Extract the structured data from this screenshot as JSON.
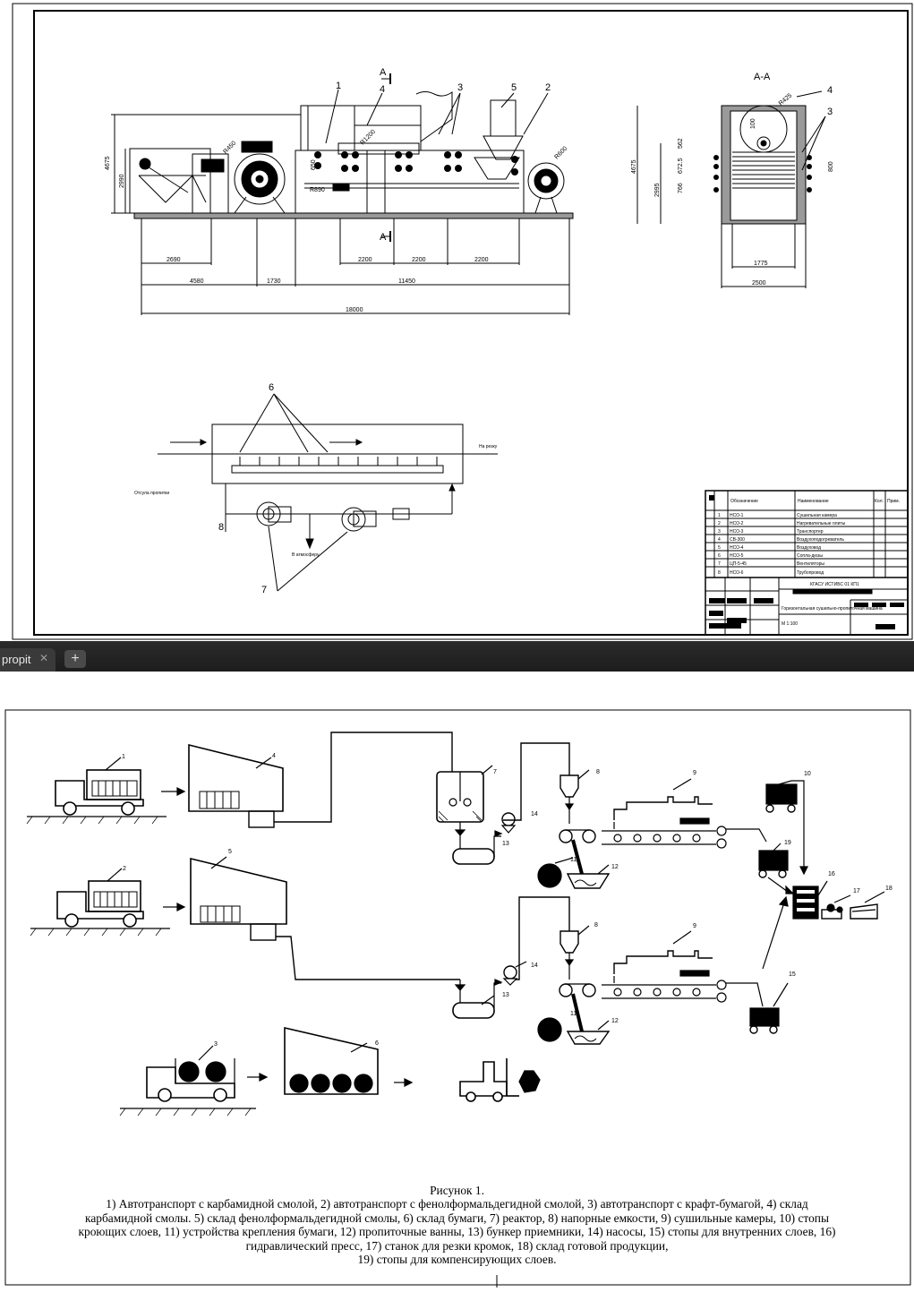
{
  "tab": {
    "label": "propit",
    "close": "✕",
    "new": "+"
  },
  "top": {
    "section_label": "А-А",
    "cut_mark": "А",
    "part_labels": [
      "1",
      "2",
      "3",
      "4",
      "5"
    ],
    "section_part_labels": [
      "4",
      "3"
    ],
    "dims_plan": [
      "2690",
      "4580",
      "1730",
      "11450",
      "2200",
      "2200",
      "2200",
      "18000"
    ],
    "dims_height": [
      "4675",
      "2990"
    ],
    "radii": [
      "R450",
      "R890",
      "R1200",
      "R600",
      "R425"
    ],
    "small_marks": [
      "650",
      "100"
    ],
    "section_dims": [
      "4675",
      "2995",
      "562",
      "672.5",
      "766",
      "800",
      "1775",
      "2500"
    ],
    "schematic": {
      "label_6": "6",
      "label_7": "7",
      "label_8": "8",
      "to_cut": "На резку",
      "exhaust_out": "Отсула пропитки",
      "to_atm": "В атмосферу"
    }
  },
  "spec": {
    "headers": [
      "Обозначение",
      "Наименование",
      "Кол.",
      "Прим."
    ],
    "rows": [
      {
        "n": "1",
        "code": "НСО-1",
        "name": "Сушильная камера"
      },
      {
        "n": "2",
        "code": "НСО-2",
        "name": "Нагревательные плиты"
      },
      {
        "n": "3",
        "code": "НСО-3",
        "name": "Транспортер"
      },
      {
        "n": "4",
        "code": "СВ-300",
        "name": "Воздухоподогреватель"
      },
      {
        "n": "5",
        "code": "НСО-4",
        "name": "Воздуховод"
      },
      {
        "n": "6",
        "code": "НСО-5",
        "name": "Сопла-дюзы"
      },
      {
        "n": "7",
        "code": "ЦП-5-45",
        "name": "Вентиляторы"
      },
      {
        "n": "8",
        "code": "НСО-6",
        "name": "Трубопровод"
      }
    ],
    "stamp_code": "КГАСУ ИСТИБС 01 КП1",
    "stamp_title": "Горизонтальная сушильно-пропиточная машина",
    "stamp_scale": "М 1:100"
  },
  "flow": {
    "labels": [
      "1",
      "2",
      "3",
      "4",
      "5",
      "6",
      "7",
      "8",
      "8",
      "9",
      "9",
      "10",
      "11",
      "11",
      "12",
      "12",
      "13",
      "13",
      "14",
      "14",
      "15",
      "16",
      "17",
      "18",
      "19"
    ]
  },
  "caption": {
    "title": "Рисунок 1.",
    "lines": [
      "1) Автотранспорт с карбамидной смолой, 2) автотранспорт с фенолформальдегидной смолой, 3) автотранспорт с крафт-бумагой, 4) склад",
      "карбамидной смолы. 5) склад фенолформальдегидной смолы, 6) склад бумаги, 7) реактор, 8) напорные емкости, 9) сушильные камеры, 10) стопы",
      "кроющих слоев, 11) устройства крепления бумаги, 12) пропиточные ванны, 13) бункер приемники, 14) насосы, 15) стопы для внутренних слоев, 16)",
      "гидравлический пресс, 17) станок для резки кромок, 18) склад готовой продукции,",
      "19) стопы для компенсирующих слоев."
    ]
  }
}
